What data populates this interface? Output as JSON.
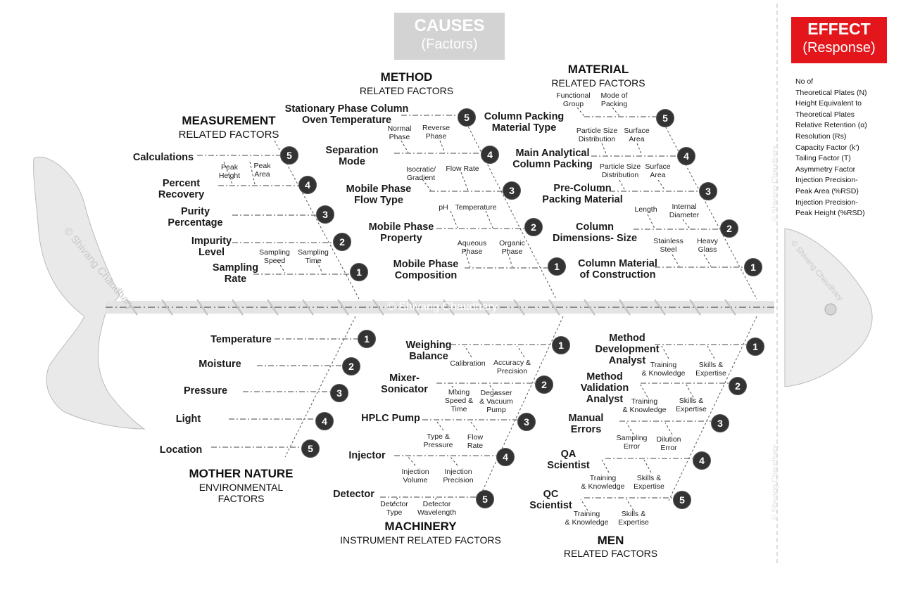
{
  "header": {
    "causes_title": "CAUSES",
    "causes_sub": "(Factors)",
    "effect_title": "EFFECT",
    "effect_sub": "(Response)"
  },
  "effect_items": [
    "No of",
    "Theoretical Plates (N)",
    "Height Equivalent to",
    "Theoretical Plates",
    "Relative Retention (α)",
    "Resolution (Rs)",
    "Capacity Factor (k')",
    "Tailing Factor (T)",
    "Asymmetry Factor",
    "Injection Precision-",
    "Peak  Area (%RSD)",
    "Injection Precision-",
    "Peak   Height (%RSD)"
  ],
  "watermark": "© Shivang Chaudhary",
  "categories": {
    "measurement": {
      "title": "MEASUREMENT",
      "subtitle": "RELATED FACTORS",
      "causes": [
        "Sampling\nRate",
        "Impurity\nLevel",
        "Purity\nPercentage",
        "Percent\nRecovery",
        "Calculations"
      ],
      "subs": [
        "Sampling\nSpeed",
        "Sampling\nTime",
        "Peak\nHeight",
        "Peak\nArea"
      ]
    },
    "method": {
      "title": "METHOD",
      "subtitle": "RELATED FACTORS",
      "causes": [
        "Mobile Phase\nComposition",
        "Mobile Phase\nProperty",
        "Mobile Phase\nFlow Type",
        "Separation\nMode",
        "Stationary Phase Column\nOven Temperature"
      ],
      "subs": [
        "Aqueous\nPhase",
        "Organic\nPhase",
        "pH",
        "Temperature",
        "Isocratic/\nGradient",
        "Flow Rate",
        "Normal\nPhase",
        "Reverse\nPhase"
      ]
    },
    "material": {
      "title": "MATERIAL",
      "subtitle": "RELATED FACTORS",
      "causes": [
        "Column Material\nof Construction",
        "Column\nDimensions- Size",
        "Pre-Column\nPacking Material",
        "Main Analytical\nColumn Packing",
        "Column Packing\nMaterial Type"
      ],
      "subs": [
        "Stainless\nSteel",
        "Heavy\nGlass",
        "Length",
        "Internal\nDiameter",
        "Particle Size\nDistribution",
        "Surface\nArea",
        "Particle Size\nDistribution",
        "Surface\nArea",
        "Functional\nGroup",
        "Mode of\nPacking"
      ]
    },
    "mother_nature": {
      "title": "MOTHER NATURE",
      "subtitle": "ENVIRONMENTAL\nFACTORS",
      "causes": [
        "Temperature",
        "Moisture",
        "Pressure",
        "Light",
        "Location"
      ]
    },
    "machinery": {
      "title": "MACHINERY",
      "subtitle": "INSTRUMENT RELATED FACTORS",
      "causes": [
        "Weighing\nBalance",
        "Mixer-\nSonicator",
        "HPLC Pump",
        "Injector",
        "Detector"
      ],
      "subs": [
        "Calibration",
        "Accuracy &\nPrecision",
        "Mixing\nSpeed &\nTime",
        "Degasser\n& Vacuum\nPump",
        "Type &\nPressure",
        "Flow\nRate",
        "Injection\nVolume",
        "Injection\nPrecision",
        "Detector\nType",
        "Detector\nWavelength"
      ]
    },
    "men": {
      "title": "MEN",
      "subtitle": "RELATED FACTORS",
      "causes": [
        "Method\nDevelopment\nAnalyst",
        "Method\nValidation\nAnalyst",
        "Manual\nErrors",
        "QA\nScientist",
        "QC\nScientist"
      ],
      "subs": [
        "Training\n& Knowledge",
        "Skills &\nExpertise",
        "Training\n& Knowledge",
        "Skills &\nExpertise",
        "Sampling\nError",
        "Dilution\nError",
        "Training\n& Knowledge",
        "Skills &\nExpertise",
        "Training\n& Knowledge",
        "Skills &\nExpertise"
      ]
    }
  },
  "badges": [
    "1",
    "2",
    "3",
    "4",
    "5"
  ],
  "colors": {
    "effect_red": "#e3161b",
    "causes_grey": "#d3d3d3",
    "badge": "#333333"
  }
}
